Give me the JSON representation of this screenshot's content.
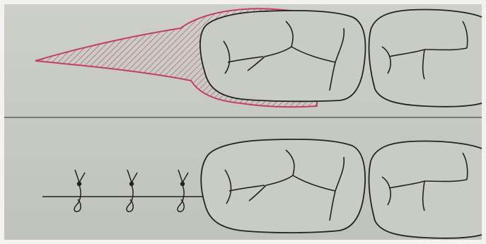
{
  "colors": {
    "paper": "#c9ccc4",
    "paper_shadow": "#b7bbb3",
    "border": "#f2f2f0",
    "ink": "#222222",
    "excision": "#c0406a",
    "divider": "#4a4a4a"
  },
  "panels": [
    {
      "name": "top-panel",
      "content": [
        "tooth-molar",
        "tooth-molar-partial",
        "wedge-excision-outline"
      ]
    },
    {
      "name": "bottom-panel",
      "content": [
        "tooth-molar",
        "tooth-molar-partial",
        "suture-line",
        "sutures"
      ]
    }
  ],
  "sutures": {
    "count": 3
  },
  "icons": {
    "suture": "knotted-stitch",
    "tooth": "molar-occlusal-outline",
    "excision": "hatched-wedge"
  }
}
